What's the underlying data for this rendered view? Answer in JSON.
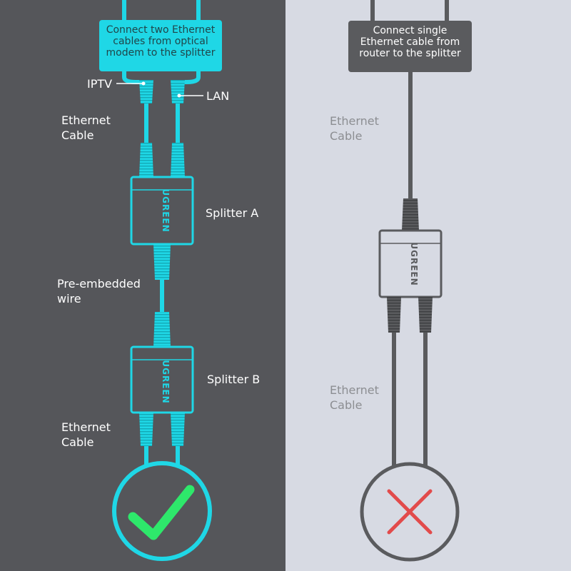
{
  "left": {
    "callout": "Connect two Ethernet\ncables from optical\nmodem to the splitter",
    "label_iptv": "IPTV",
    "label_lan": "LAN",
    "label_ethernet_top": "Ethernet\nCable",
    "label_splitter_a": "Splitter A",
    "label_pre_embedded": "Pre-embedded\nwire",
    "label_splitter_b": "Splitter B",
    "label_ethernet_bottom": "Ethernet\nCable",
    "brand_a": "UGREEN",
    "brand_b": "UGREEN",
    "result_icon": "check-icon"
  },
  "right": {
    "callout": "Connect single\nEthernet cable from\nrouter to the splitter",
    "label_ethernet_top": "Ethernet\nCable",
    "label_ethernet_bottom": "Ethernet\nCable",
    "brand": "UGREEN",
    "result_icon": "cross-icon"
  },
  "colors": {
    "left_bg": "#55565a",
    "right_bg": "#d7dae3",
    "cyan": "#1fd7e6",
    "dark_cable": "#5a5b5e",
    "check_green": "#2ee86b",
    "cross_red": "#e24b4b"
  }
}
